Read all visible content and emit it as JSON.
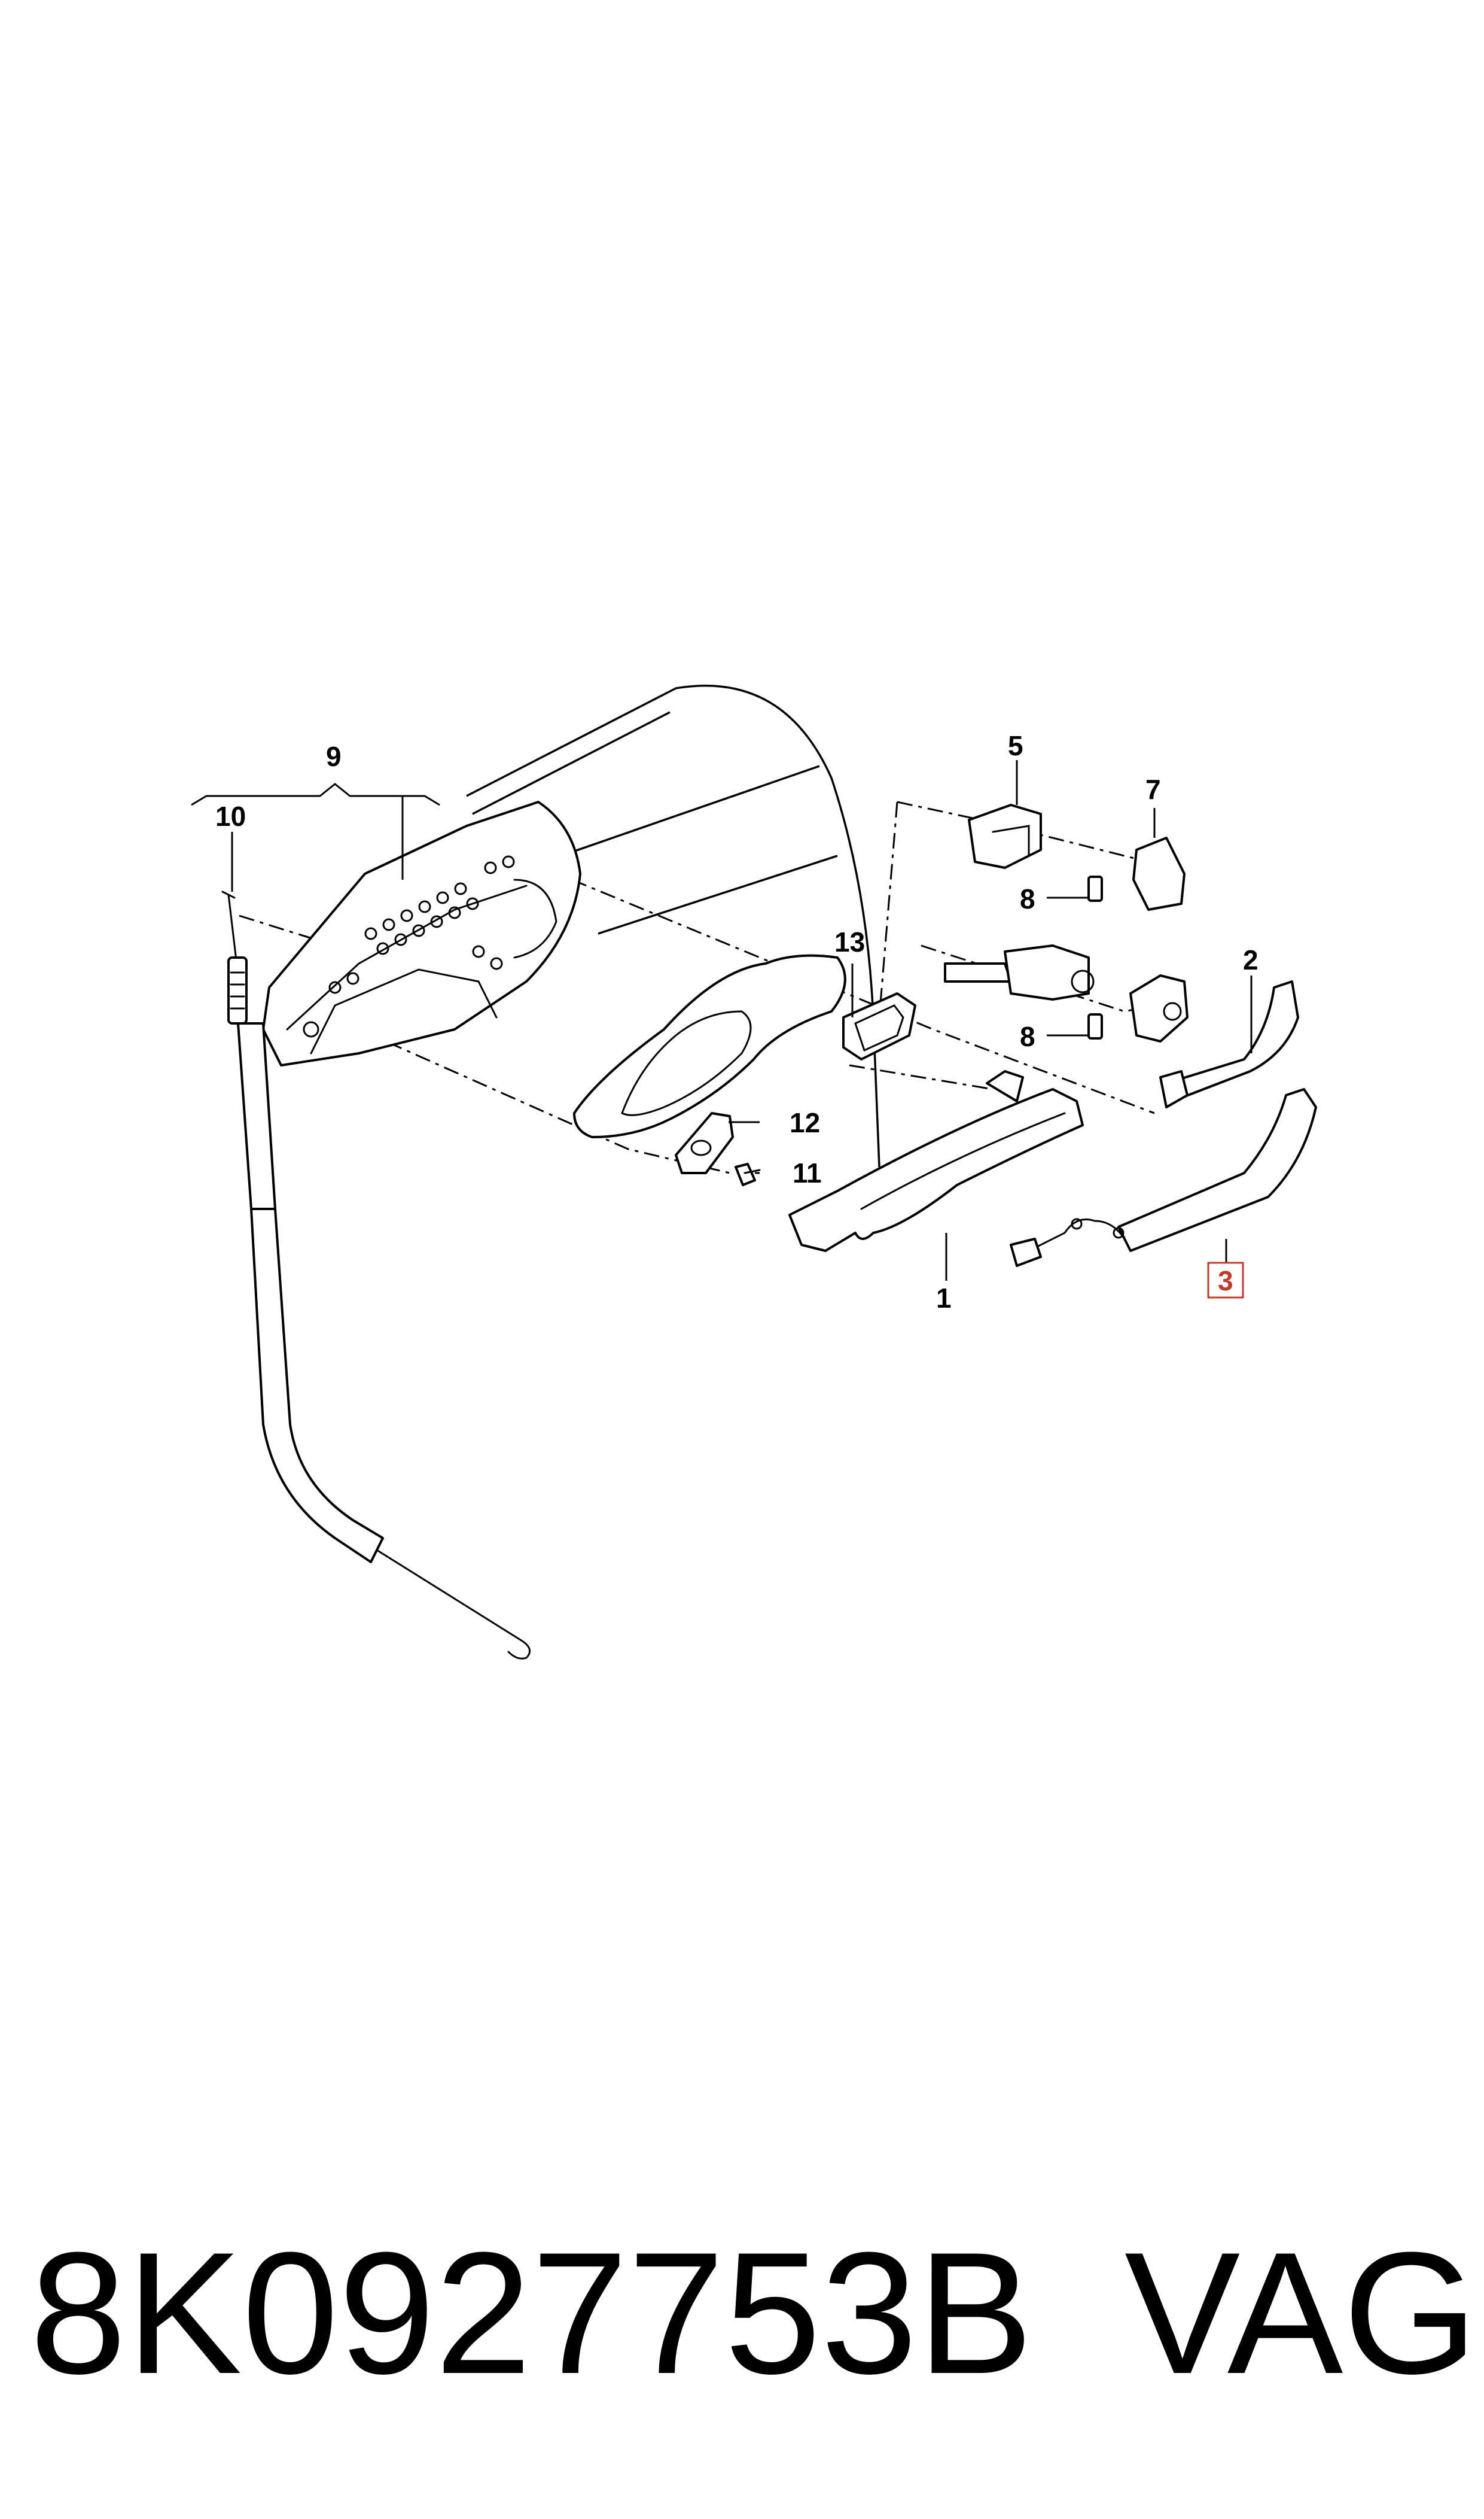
{
  "callouts": {
    "c1": "1",
    "c2": "2",
    "c3": "3",
    "c5": "5",
    "c7": "7",
    "c8a": "8",
    "c8b": "8",
    "c9": "9",
    "c10": "10",
    "c11": "11",
    "c12": "12",
    "c13": "13"
  },
  "highlighted_callout": "3",
  "highlight_color": "#c0392b",
  "caption": {
    "part_number": "8K0927753B",
    "brand": "VAG"
  }
}
